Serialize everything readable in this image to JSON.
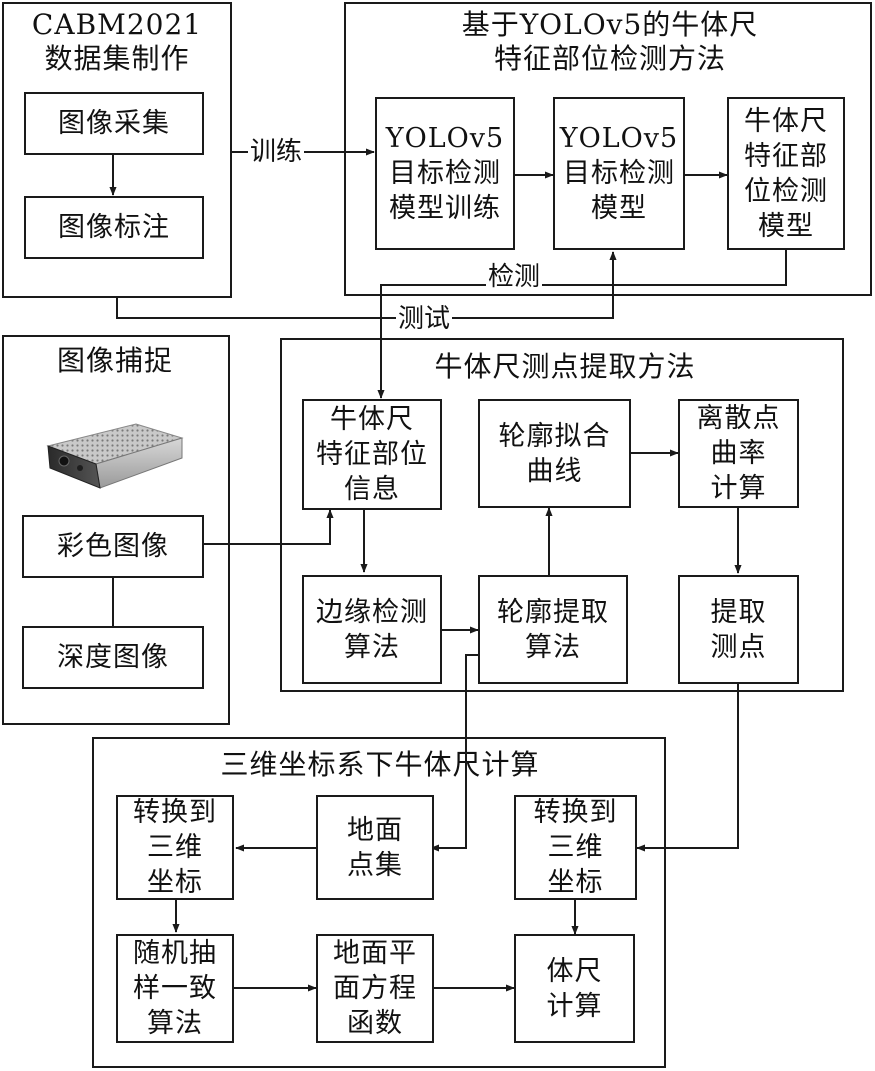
{
  "groups": {
    "dataset": "CABM2021\n数据集制作",
    "yolo": "基于YOLOv5的牛体尺\n特征部位检测方法",
    "capture": "图像捕捉",
    "extract": "牛体尺测点提取方法",
    "compute": "三维坐标系下牛体尺计算"
  },
  "nodes": {
    "collect": "图像采集",
    "annotate": "图像标注",
    "train": "YOLOv5\n目标检测\n模型训练",
    "model": "YOLOv5\n目标检测\n模型",
    "detect_model": "牛体尺\n特征部\n位检测\n模型",
    "color": "彩色图像",
    "depth": "深度图像",
    "part_info": "牛体尺\n特征部位\n信息",
    "edge": "边缘检测\n算法",
    "contour_extract": "轮廓提取\n算法",
    "curve_fit": "轮廓拟合\n曲线",
    "curvature": "离散点\n曲率\n计算",
    "measure_points": "提取\n测点",
    "to3d_left": "转换到\n三维\n坐标",
    "ground": "地面\n点集",
    "to3d_right": "转换到\n三维\n坐标",
    "ransac": "随机抽\n样一致\n算法",
    "plane": "地面平\n面方程\n函数",
    "body_size": "体尺\n计算"
  },
  "edge_labels": {
    "train": "训练",
    "detect": "检测",
    "test": "测试"
  },
  "icons": {
    "camera": "depth-camera-icon"
  }
}
